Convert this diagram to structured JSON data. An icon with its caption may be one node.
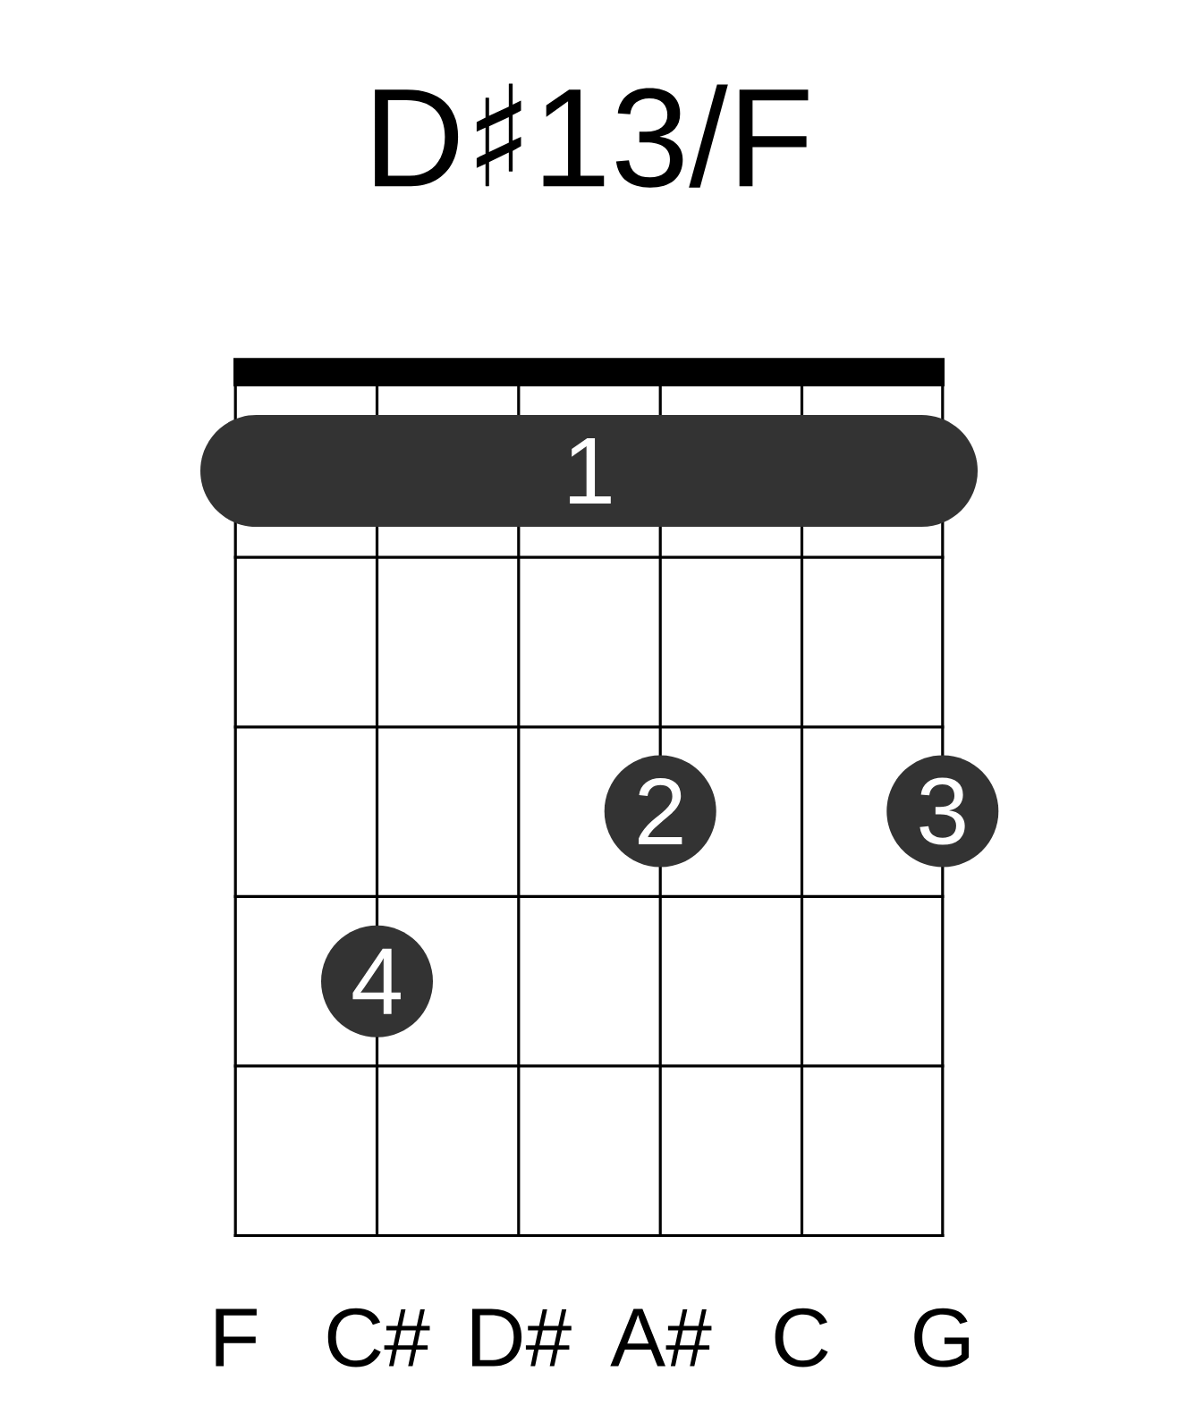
{
  "diagram": {
    "title": "D♯13/F",
    "nodes": [
      {
        "text": [
          "1"
        ]
      },
      {
        "text": [
          "2"
        ]
      },
      {
        "text": [
          "3"
        ]
      },
      {
        "text": [
          "4"
        ]
      }
    ],
    "labels": [
      "F",
      "C#",
      "D#",
      "A#",
      "C",
      "G"
    ]
  }
}
